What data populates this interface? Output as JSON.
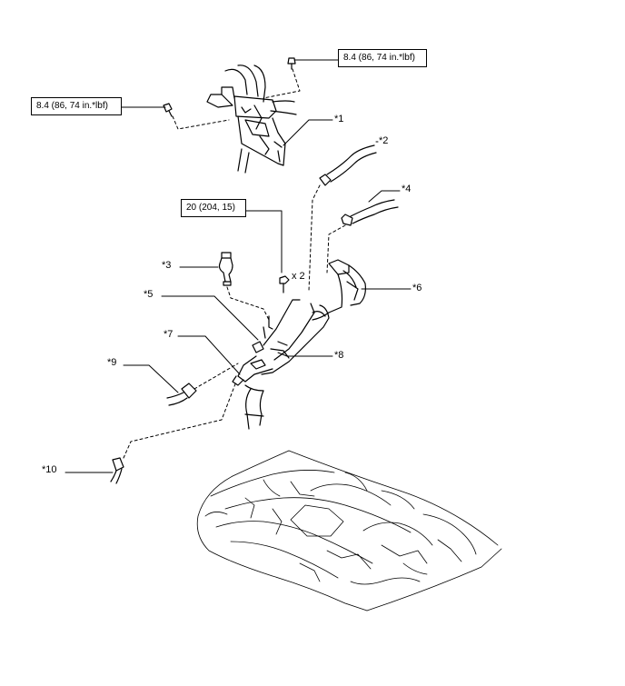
{
  "torque_specs": {
    "bracket_bolt_right": "8.4 (86, 74 in.*lbf)",
    "bracket_bolt_left": "8.4 (86, 74 in.*lbf)",
    "pipe_bolt": "20 (204, 15)"
  },
  "bolt_quantity": "x 2",
  "callouts": {
    "c1": "*1",
    "c2": "*2",
    "c3": "*3",
    "c4": "*4",
    "c5": "*5",
    "c6": "*6",
    "c7": "*7",
    "c8": "*8",
    "c9": "*9",
    "c10": "*10"
  }
}
